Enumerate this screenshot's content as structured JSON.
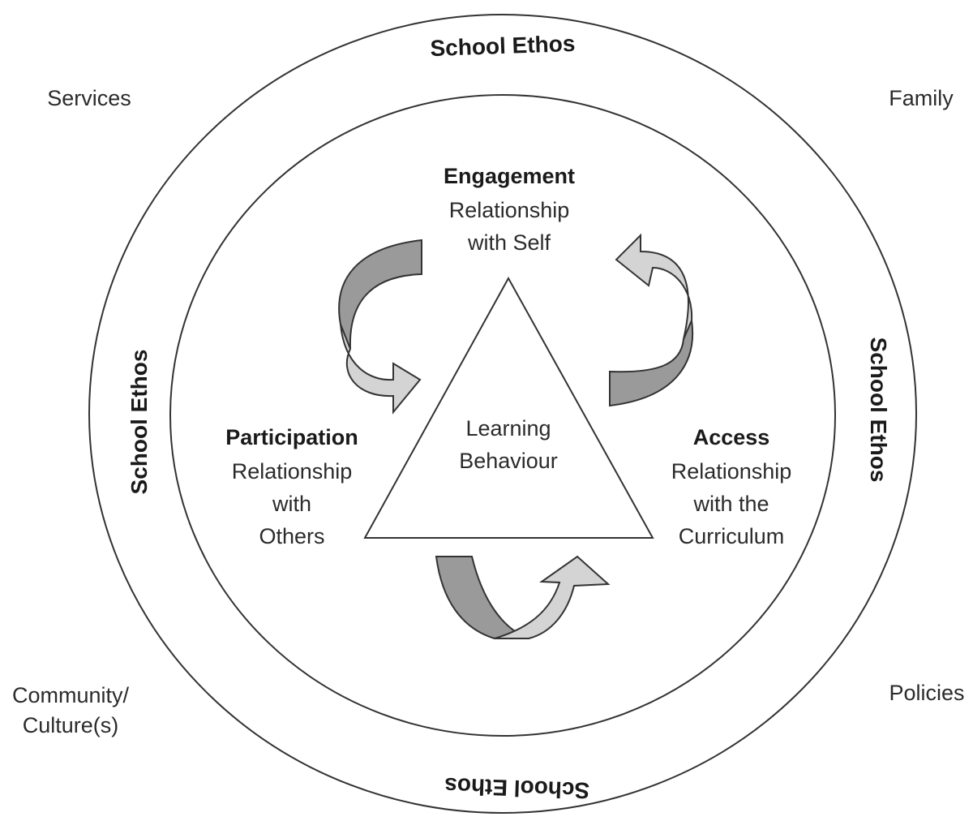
{
  "ring": {
    "top_label": "School Ethos",
    "left_label": "School Ethos",
    "right_label": "School Ethos",
    "bottom_label": "School Ethos"
  },
  "corners": {
    "top_left": "Services",
    "top_right": "Family",
    "bottom_left_line1": "Community/",
    "bottom_left_line2": "Culture(s)",
    "bottom_right": "Policies"
  },
  "center": {
    "line1": "Learning",
    "line2": "Behaviour"
  },
  "engagement": {
    "title": "Engagement",
    "line1": "Relationship",
    "line2": "with Self"
  },
  "participation": {
    "title": "Participation",
    "line1": "Relationship",
    "line2": "with",
    "line3": "Others"
  },
  "access": {
    "title": "Access",
    "line1": "Relationship",
    "line2": "with the",
    "line3": "Curriculum"
  },
  "colors": {
    "dark_band": "#9a9a9a",
    "light_band": "#d4d4d4",
    "stroke": "#333333"
  }
}
